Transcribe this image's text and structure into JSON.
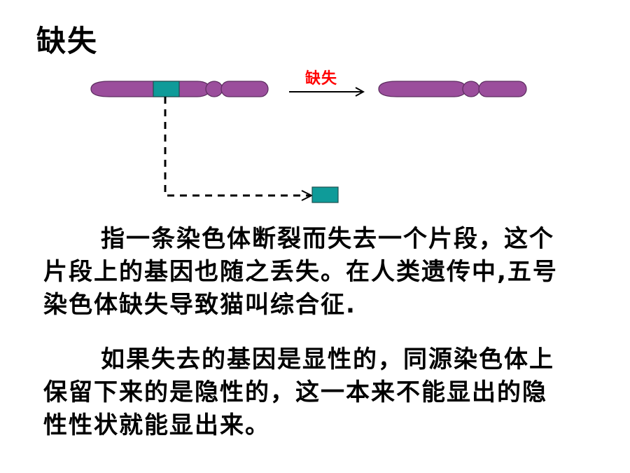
{
  "slide": {
    "title": "缺失",
    "diagram": {
      "arrow_label": "缺失",
      "colors": {
        "chromosome_fill": "#9b4e9c",
        "chromosome_stroke": "#5c2d5f",
        "segment_fill": "#0f9b99",
        "segment_stroke": "#1f4f4f",
        "arrow_label_color": "#ff0000",
        "dashed_line": "#000000"
      }
    },
    "paragraphs": [
      "指一条染色体断裂而失去一个片段，这个片段上的基因也随之丢失。在人类遗传中,五号染色体缺失导致猫叫综合征.",
      "如果失去的基因是显性的，同源染色体上保留下来的是隐性的，这一本来不能显出的隐性性状就能显出来。"
    ]
  }
}
